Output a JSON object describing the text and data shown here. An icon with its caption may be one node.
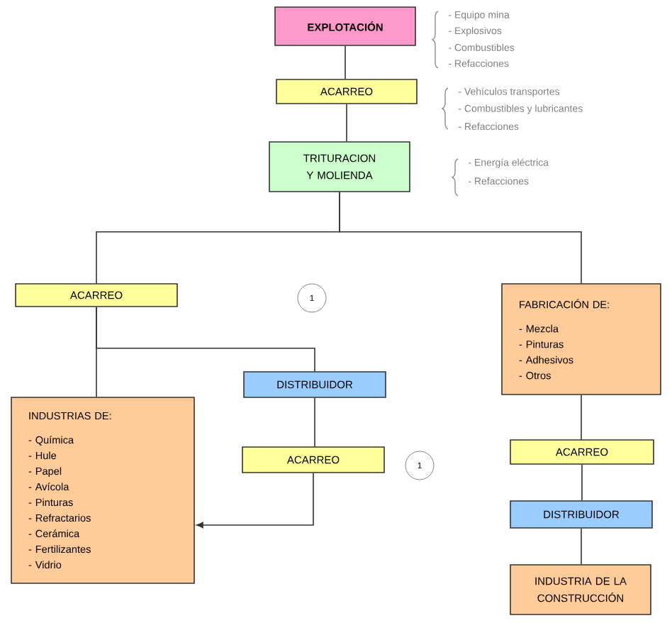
{
  "diagram": {
    "nodes": [
      {
        "text": [
          "EXPLOTACIÓN"
        ],
        "beside": [
          "- Equipo mina",
          "- Explosivos",
          "- Combustibles",
          "- Refacciones"
        ]
      },
      {
        "text": [
          "ACARREO"
        ],
        "beside": [
          "- Vehículos transportes",
          "- Combustibles y lubricantes",
          "- Refacciones"
        ]
      },
      {
        "text": [
          "TRITURACION Y MOLIENDA"
        ],
        "beside": [
          "- Energía eléctrica",
          "- Refacciones"
        ]
      },
      {
        "text": [
          "ACARREO"
        ]
      },
      {
        "text": [
          "1"
        ]
      },
      {
        "text": [
          "FABRICACIÓN DE:",
          "- Mezcla",
          "- Pinturas",
          "- Adhesivos",
          "- Otros"
        ]
      },
      {
        "text": [
          "DISTRIBUIDOR"
        ]
      },
      {
        "text": [
          "INDUSTRIAS DE:",
          "- Química",
          "- Hule",
          "- Papel",
          "- Avícola",
          "- Pinturas",
          "- Refractarios",
          "- Cerámica",
          "- Fertilizantes",
          "- Vidrio"
        ]
      },
      {
        "text": [
          "ACARREO"
        ]
      },
      {
        "text": [
          "1"
        ]
      },
      {
        "text": [
          "ACARREO"
        ]
      },
      {
        "text": [
          "DISTRIBUIDOR"
        ]
      },
      {
        "text": [
          "INDUSTRIA DE LA CONSTRUCCIÓN"
        ]
      }
    ],
    "edges": [
      {
        "from": 0,
        "to": 1,
        "arrow": "none"
      },
      {
        "from": 1,
        "to": 2,
        "arrow": "none"
      },
      {
        "from": 2,
        "to": 3,
        "arrow": "none"
      },
      {
        "from": 2,
        "to": 5,
        "arrow": "none"
      },
      {
        "from": 3,
        "to": 7,
        "arrow": "none"
      },
      {
        "from": 3,
        "to": 6,
        "arrow": "none"
      },
      {
        "from": 6,
        "to": 8,
        "arrow": "none"
      },
      {
        "from": 8,
        "to": 7,
        "arrow": "to"
      },
      {
        "from": 5,
        "to": 10,
        "arrow": "none"
      },
      {
        "from": 10,
        "to": 11,
        "arrow": "none"
      },
      {
        "from": 11,
        "to": 12,
        "arrow": "none"
      }
    ]
  }
}
